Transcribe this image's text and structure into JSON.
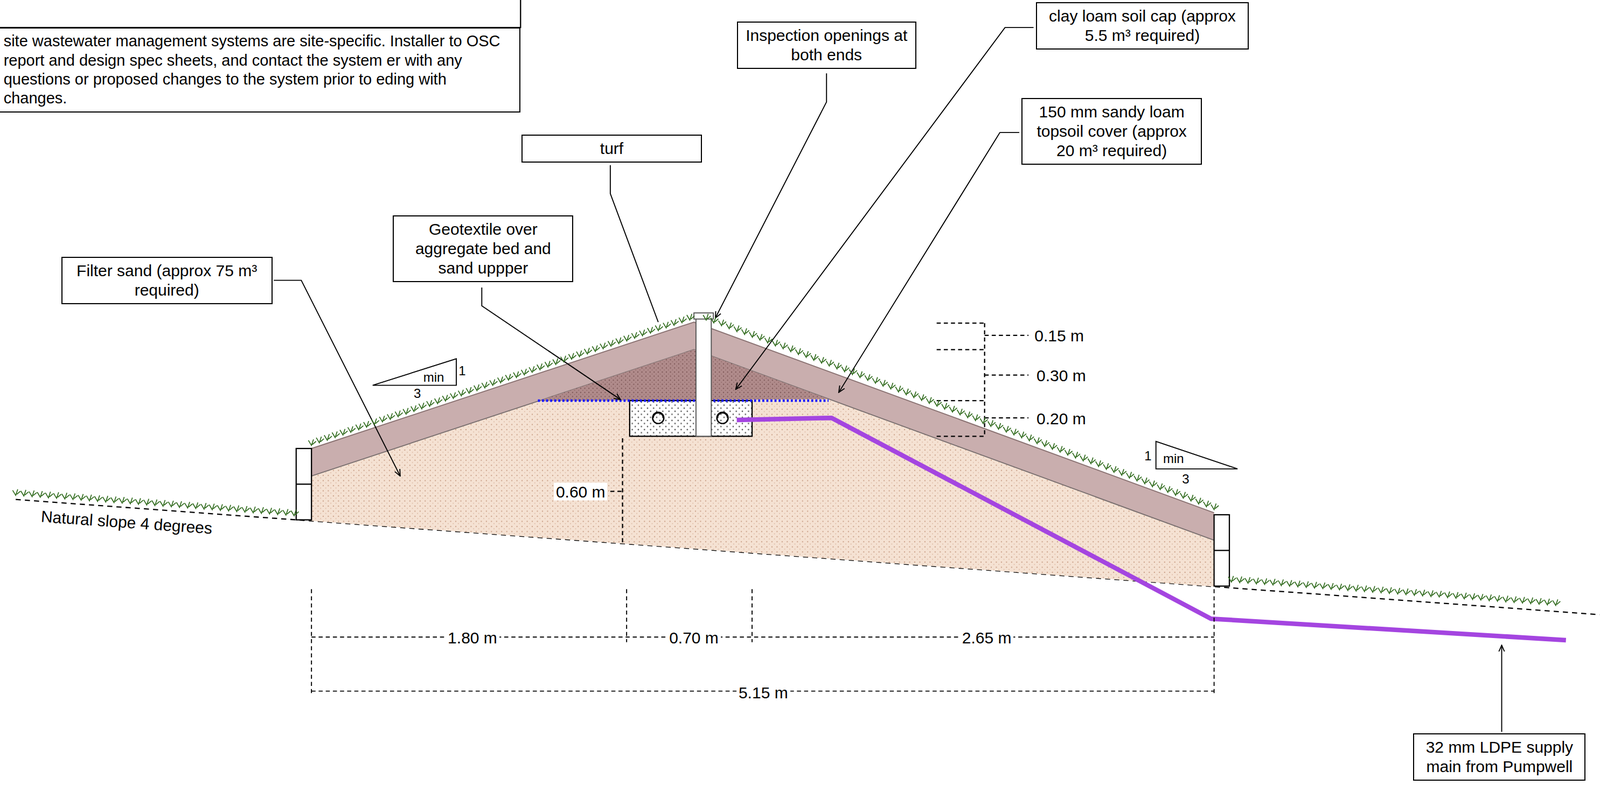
{
  "diagram": {
    "nodes": [
      {
        "text": [
          "site wastewater management systems are site-specific. Installer to OSC report and design spec sheets, and contact the system er with any questions or proposed changes to the system prior to eding with changes."
        ]
      },
      {
        "text": [
          "Inspection openings at both ends"
        ]
      },
      {
        "text": [
          "clay loam soil cap (approx 5.5 m³ required)"
        ]
      },
      {
        "text": [
          "turf"
        ]
      },
      {
        "text": [
          "150 mm sandy loam topsoil cover (approx 20 m³ required)"
        ]
      },
      {
        "text": [
          "Geotextile over aggregate bed and sand uppper"
        ]
      },
      {
        "text": [
          "Filter sand (approx 75 m³ required)"
        ]
      },
      {
        "text": [
          "32 mm LDPE supply main from Pumpwell"
        ]
      }
    ],
    "labels": [
      "min",
      "1",
      "3",
      "1",
      "min",
      "3",
      "0.15 m",
      "0.30 m",
      "0.20 m",
      "0.60 m",
      "Natural slope 4 degrees",
      "1.80 m",
      "0.70 m",
      "2.65 m",
      "5.15 m"
    ]
  }
}
